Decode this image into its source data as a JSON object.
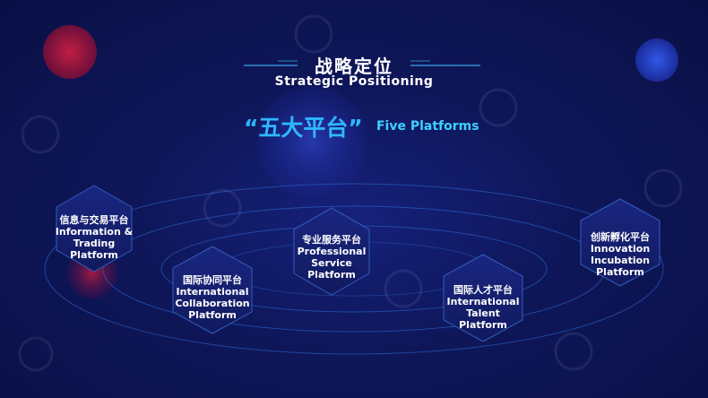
{
  "header": {
    "title_cn": "战略定位",
    "title_en": "Strategic Positioning"
  },
  "headline": {
    "cn": "“五大平台”",
    "en": "Five Platforms"
  },
  "platforms": [
    {
      "cn": "信息与交易平台",
      "en1": "Information &",
      "en2": "Trading",
      "en3": "Platform"
    },
    {
      "cn": "国际协同平台",
      "en1": "International",
      "en2": "Collaboration",
      "en3": "Platform"
    },
    {
      "cn": "专业服务平台",
      "en1": "Professional",
      "en2": "Service",
      "en3": "Platform"
    },
    {
      "cn": "国际人才平台",
      "en1": "International",
      "en2": "Talent",
      "en3": "Platform"
    },
    {
      "cn": "创新孵化平台",
      "en1": "Innovation",
      "en2": "Incubation",
      "en3": "Platform"
    }
  ],
  "colors": {
    "background": "#0d1450",
    "accent_cyan": "#2fb7ff",
    "orb_red": "#a8183f",
    "orb_blue": "#2a4fd8"
  }
}
